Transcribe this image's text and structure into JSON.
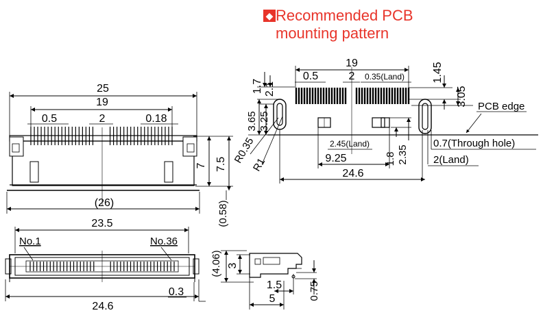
{
  "heading": {
    "marker": "◆",
    "line1": "Recommended PCB",
    "line2": "mounting pattern",
    "accent_color": "#e8342a"
  },
  "front_view": {
    "overall_width": "25",
    "pitch_span": "19",
    "pitch": "0.5",
    "center_gap": "2",
    "contact_width": "0.18",
    "height_body": "7",
    "height_total": "7.5",
    "base_width": "(26)",
    "base_offset": "(0.58)"
  },
  "pcb_pattern": {
    "pitch_span": "19",
    "pitch": "0.5",
    "center_gap": "2",
    "land_width": "0.35(Land)",
    "dim_1_7": "1.7",
    "dim_2_1": "2.1",
    "dim_3_65": "3.65",
    "dim_3_25": "3.25",
    "dim_1_45": "1.45",
    "dim_3_05": "3.05",
    "pcb_edge_label": "PCB edge",
    "radius_1": "R0.35",
    "radius_2": "R1",
    "land_side": "2.45(Land)",
    "dim_9_25": "9.25",
    "dim_1_8": "1.8",
    "dim_2_35": "2.35",
    "overall": "24.6",
    "through_hole": "0.7(Through hole)",
    "land_2": "2(Land)"
  },
  "top_view": {
    "width": "23.5",
    "pin_first": "No.1",
    "pin_last": "No.36",
    "overall": "24.6",
    "offset": "0.3"
  },
  "side_view": {
    "height_total": "(4.06)",
    "height": "3",
    "dim_1_5": "1.5",
    "dim_5": "5",
    "dim_0_75": "0.75"
  }
}
